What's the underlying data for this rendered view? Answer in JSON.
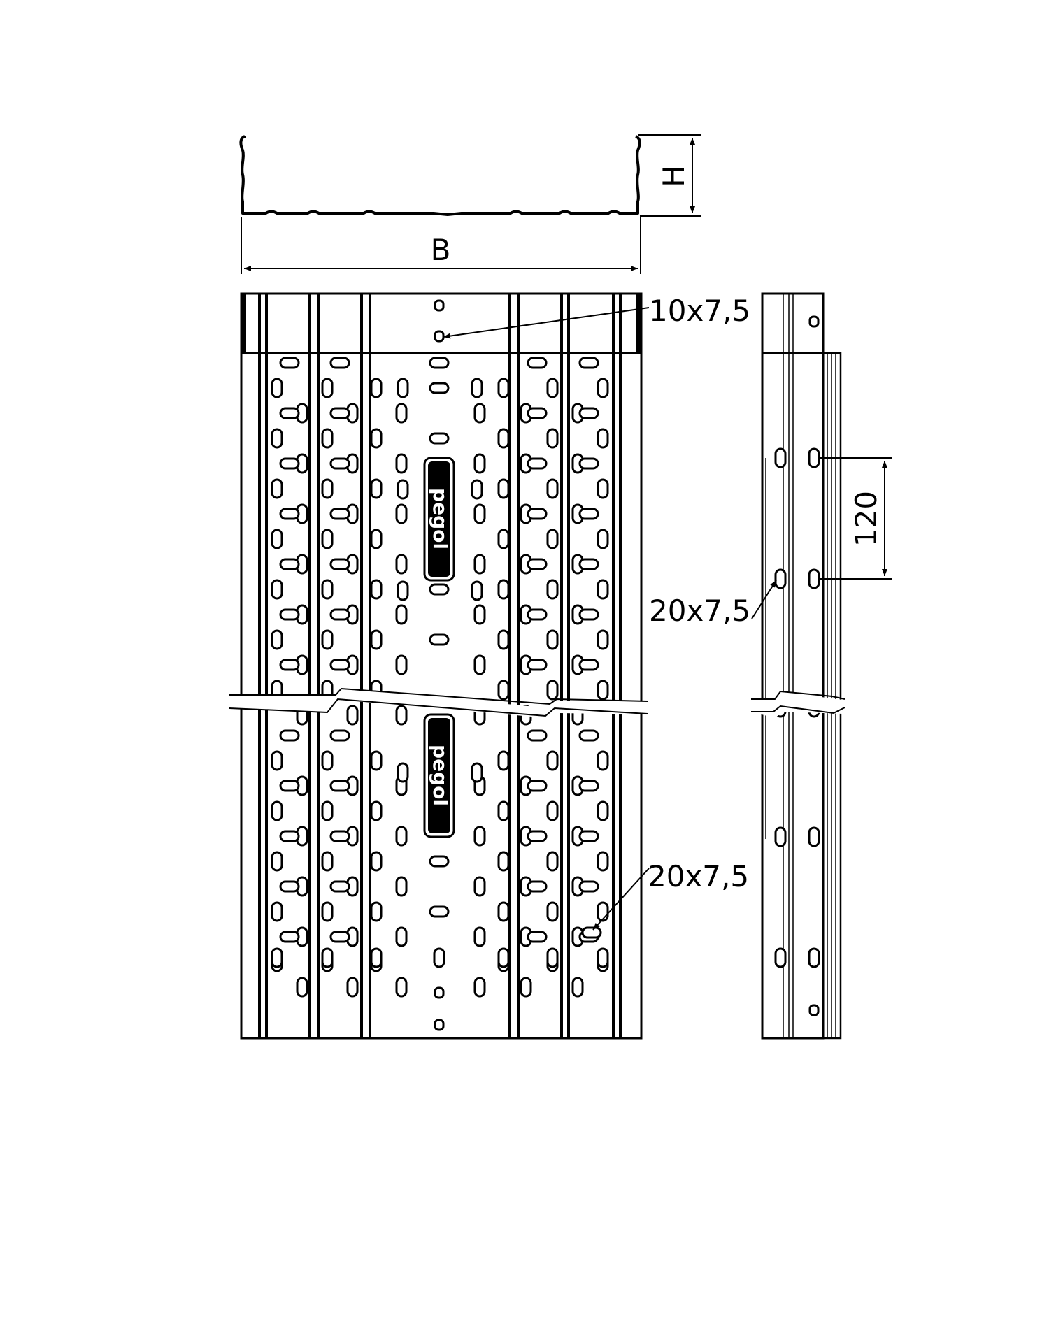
{
  "labels": {
    "height": "H",
    "width": "B",
    "hole_small": "10x7,5",
    "hole_side": "20x7,5",
    "hole_base": "20x7,5",
    "pitch": "120"
  },
  "logo": "pegol",
  "colors": {
    "line": "#000000",
    "background": "#ffffff"
  }
}
